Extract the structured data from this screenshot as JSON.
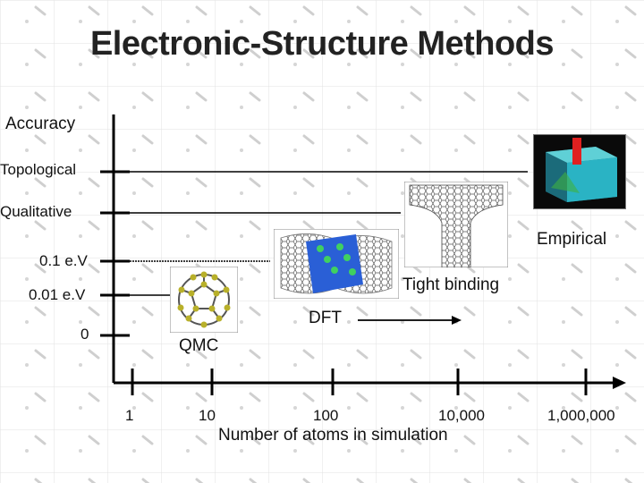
{
  "title": "Electronic-Structure Methods",
  "y_axis": {
    "label": "Accuracy",
    "levels": [
      "Topological",
      "Qualitative",
      "0.1 e.V",
      "0.01 e.V",
      "0"
    ]
  },
  "x_axis": {
    "label": "Number of atoms in simulation",
    "ticks": [
      "1",
      "10",
      "100",
      "10,000",
      "1,000,000"
    ]
  },
  "methods": [
    "Empirical",
    "Tight binding",
    "DFT",
    "QMC"
  ],
  "colors": {
    "axis": "#000000",
    "background_grid": "#dddddd",
    "text": "#111111"
  }
}
